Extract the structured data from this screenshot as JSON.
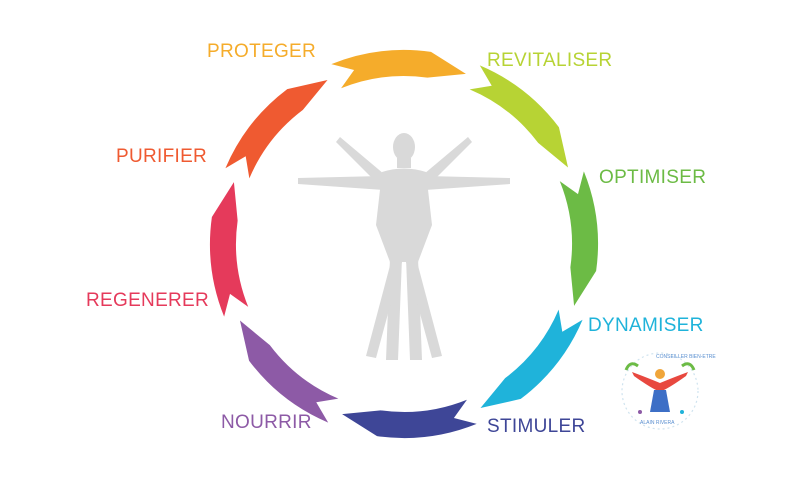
{
  "cycle": {
    "steps": [
      {
        "label": "PROTEGER",
        "color": "#f5ac2b"
      },
      {
        "label": "REVITALISER",
        "color": "#b7d334"
      },
      {
        "label": "OPTIMISER",
        "color": "#6cbb45"
      },
      {
        "label": "DYNAMISER",
        "color": "#1fb3da"
      },
      {
        "label": "STIMULER",
        "color": "#3e4697"
      },
      {
        "label": "NOURRIR",
        "color": "#8d5aa6"
      },
      {
        "label": "REGENERER",
        "color": "#e53a5b"
      },
      {
        "label": "PURIFIER",
        "color": "#ef5a31"
      }
    ]
  },
  "center_figure": {
    "icon": "human-figure-icon",
    "color": "#d8d8d8"
  },
  "logo": {
    "icon": "wellness-logo-icon",
    "text_top": "CONSEILLER BIEN-ETRE",
    "text_bottom": "ALAIN RIVERA"
  }
}
